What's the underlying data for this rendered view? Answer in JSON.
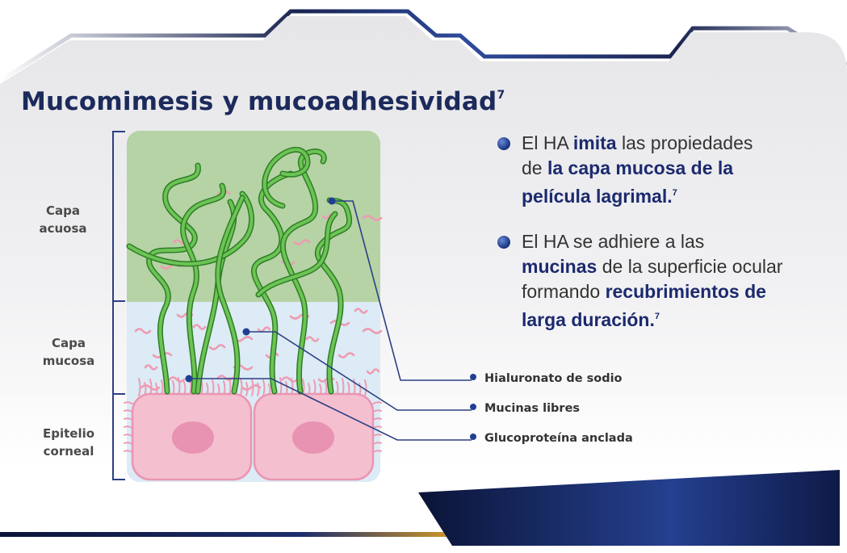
{
  "title": {
    "text": "Mucomimesis y mucoadhesividad",
    "ref": "7"
  },
  "layers": {
    "aqueous": [
      "Capa",
      "acuosa"
    ],
    "mucous": [
      "Capa",
      "mucosa"
    ],
    "epithelium": [
      "Epitelio",
      "corneal"
    ]
  },
  "bullets": [
    {
      "l1_pre": "El HA ",
      "l1_bold": "imita",
      "l1_post": " las propiedades",
      "l2_pre": "de ",
      "l2_bold": "la capa mucosa de la",
      "l3_bold": "película lagrimal.",
      "ref": "7"
    },
    {
      "l1_pre": "El HA se adhiere a las",
      "l2_bold": "mucinas",
      "l2_post": " de la superficie ocular",
      "l3_pre": "formando ",
      "l3_bold": "recubrimientos de",
      "l4_bold": "larga duración.",
      "ref": "7"
    }
  ],
  "callouts": [
    "Hialuronato de sodio",
    "Mucinas libres",
    "Glucoproteína anclada"
  ],
  "colors": {
    "navy": "#1c2a5c",
    "aqueous_layer": "#b5d3a5",
    "mucous_layer": "#dcebf5",
    "cell_fill": "#f4bfcf",
    "cell_nucleus": "#e893b2",
    "polymer_green": "#4aa83c",
    "mucin_pink": "#ee9bb2",
    "connector_blue": "#1f3f93"
  }
}
